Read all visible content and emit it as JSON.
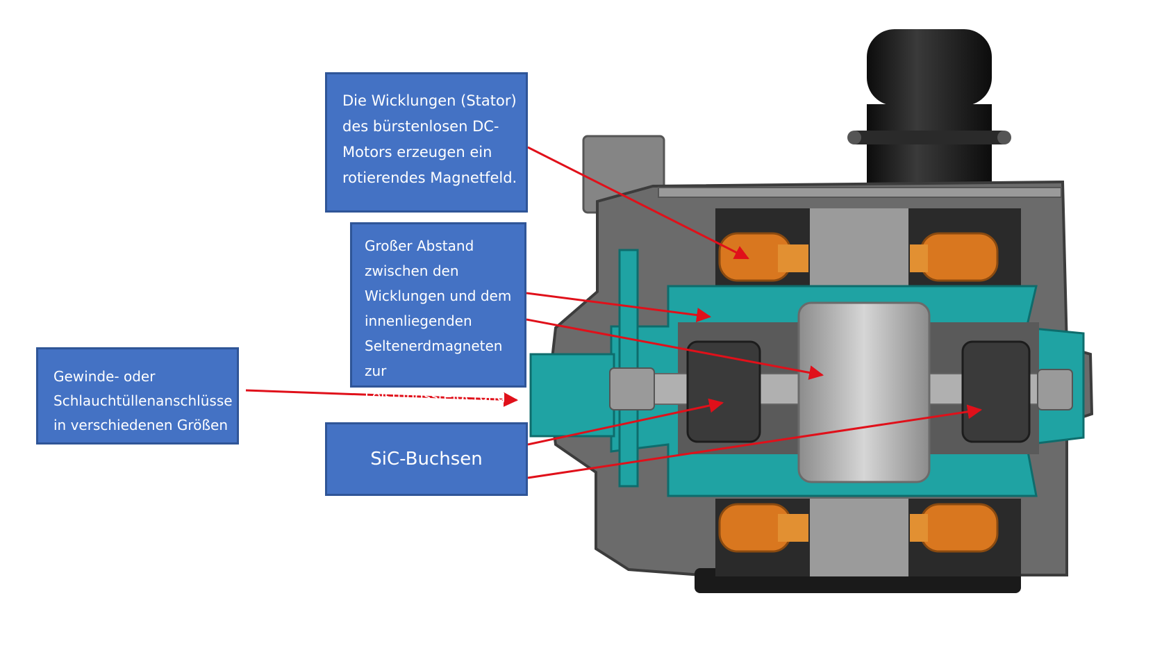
{
  "callouts": {
    "stator": "Die Wicklungen (Stator)\ndes bürstenlosen DC-\nMotors erzeugen ein\nrotierendes Magnetfeld.",
    "gap": "Großer Abstand\nzwischen den\nWicklungen und dem\ninnenliegenden\nSeltenerdmagneten\nzur Leistungssteigerung",
    "connections": "Gewinde- oder\nSchlauchtüllenanschlüsse\nin verschiedenen Größen",
    "bushings": "SiC-Buchsen"
  },
  "colors": {
    "callout_fill": "#4472c4",
    "callout_border": "#2f5597",
    "arrow": "#e0101a",
    "housing": "#6b6b6b",
    "winding": "#d9771f",
    "fluid": "#1fa3a3",
    "magnet": "#b5b5b5",
    "bushing": "#3a3a3a",
    "motor_cap": "#1a1a1a"
  }
}
